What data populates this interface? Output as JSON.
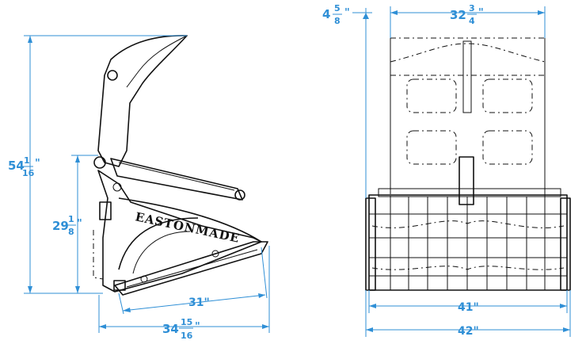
{
  "side_view": {
    "brand_text": "EASTONMADE",
    "dims": {
      "overall_height": {
        "whole": "54",
        "num": "1",
        "den": "16",
        "unit": "\""
      },
      "pivot_height": {
        "whole": "29",
        "num": "1",
        "den": "8",
        "unit": "\""
      },
      "jaw_length": {
        "text": "31\""
      },
      "overall_depth": {
        "whole": "34",
        "num": "15",
        "den": "16",
        "unit": "\""
      }
    }
  },
  "front_view": {
    "dims": {
      "top_offset": {
        "whole": "4",
        "num": "5",
        "den": "8",
        "unit": "\""
      },
      "grapple_width": {
        "whole": "32",
        "num": "3",
        "den": "4",
        "unit": "\""
      },
      "frame_width": {
        "text": "41\""
      },
      "overall_width": {
        "text": "42\""
      }
    }
  },
  "colors": {
    "dimension": "#2f8fd6",
    "linework": "#111111"
  }
}
